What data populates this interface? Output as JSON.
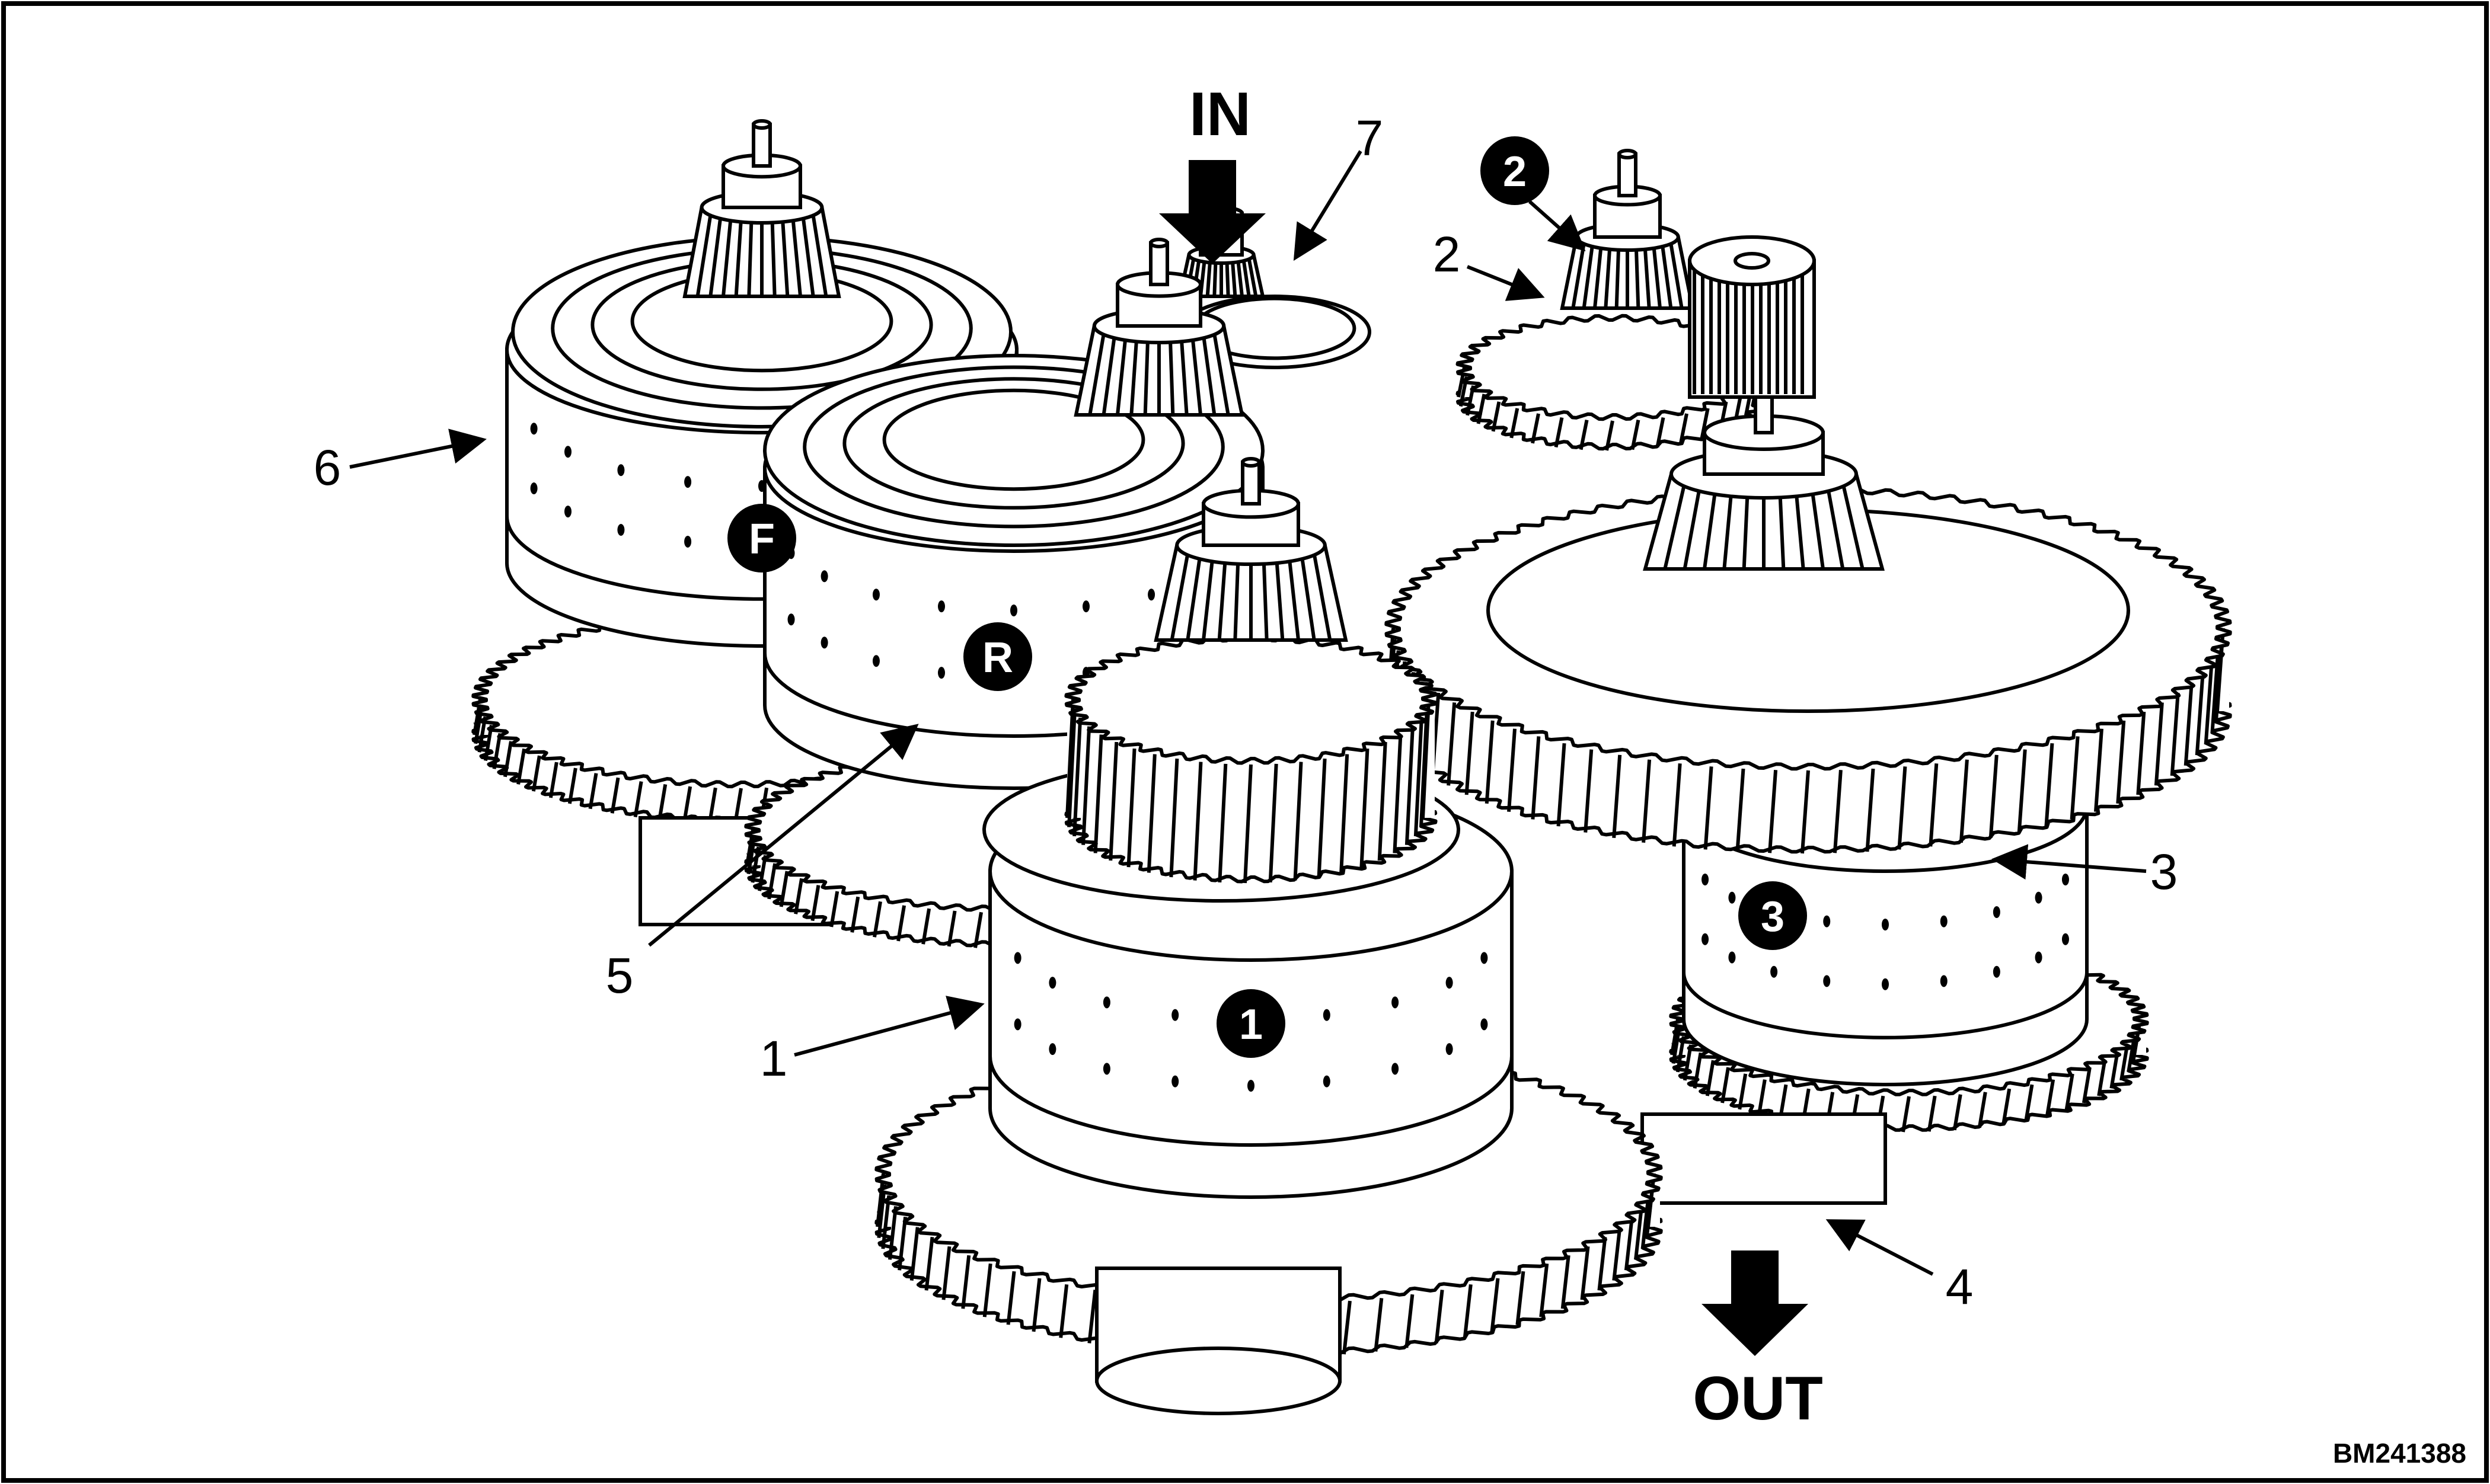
{
  "figure_id": "BM241388",
  "flow": {
    "in_label": "IN",
    "out_label": "OUT"
  },
  "badges": [
    {
      "id": "forward",
      "text": "F"
    },
    {
      "id": "reverse",
      "text": "R"
    },
    {
      "id": "first",
      "text": "1"
    },
    {
      "id": "second",
      "text": "2"
    },
    {
      "id": "third",
      "text": "3"
    }
  ],
  "callouts": [
    {
      "id": "c1",
      "text": "1"
    },
    {
      "id": "c2",
      "text": "2"
    },
    {
      "id": "c3",
      "text": "3"
    },
    {
      "id": "c4",
      "text": "4"
    },
    {
      "id": "c5",
      "text": "5"
    },
    {
      "id": "c6",
      "text": "6"
    },
    {
      "id": "c7",
      "text": "7"
    }
  ]
}
